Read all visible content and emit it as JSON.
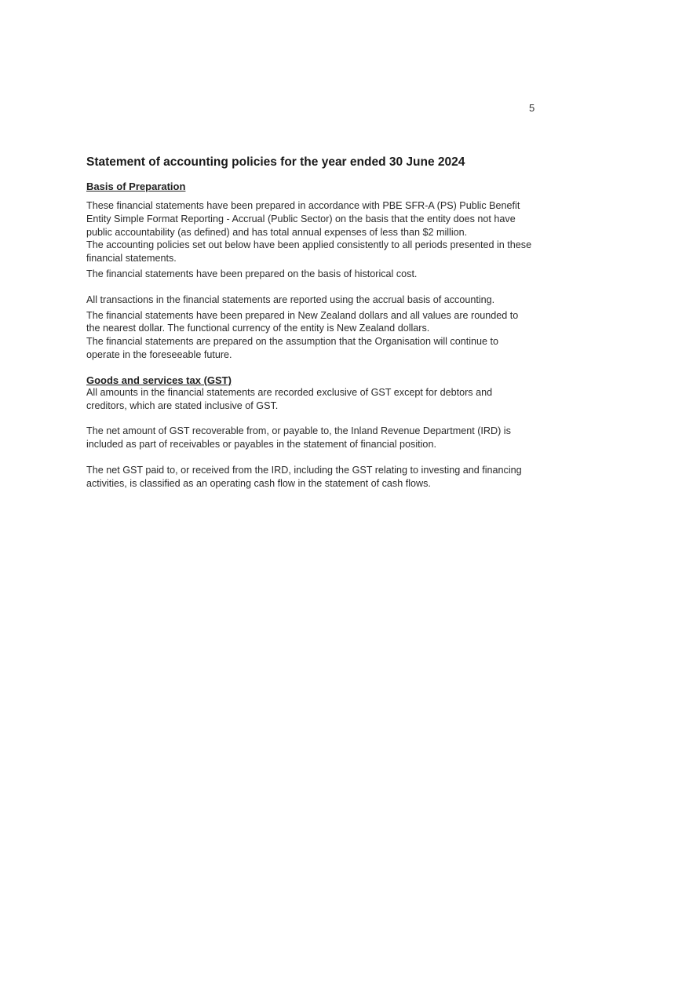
{
  "page_number": "5",
  "title": "Statement of accounting policies for the year ended 30 June 2024",
  "basis": {
    "heading": "Basis of Preparation",
    "paragraphs": [
      "These financial statements have been prepared in accordance with  PBE SFR-A (PS) Public Benefit Entity Simple Format Reporting - Accrual (Public Sector) on the basis that the entity does not have public accountability (as defined) and has total annual expenses of less than $2 million.",
      "The accounting policies set out below have been applied consistently to all periods presented in these financial statements.",
      "The financial statements have been prepared on the basis of historical cost.",
      "All transactions in the financial statements are reported using the accrual basis of accounting.",
      "The financial statements have been prepared in New Zealand dollars and all values are rounded to the nearest dollar. The functional currency of the entity is New Zealand dollars.",
      "The financial statements are prepared on the assumption that the Organisation will continue to operate in the foreseeable future."
    ]
  },
  "gst": {
    "heading": "Goods and services tax (GST)",
    "paragraphs": [
      "All amounts in the financial statements are recorded exclusive of GST except for debtors and creditors, which are stated inclusive of GST.",
      "The net amount of GST recoverable from, or payable to, the Inland Revenue Department (IRD) is included as part of receivables or payables in the statement of financial position.",
      "The net GST paid to, or received from the IRD, including the GST relating to investing and financing activities, is classified as an operating cash flow in the statement of cash flows."
    ]
  }
}
